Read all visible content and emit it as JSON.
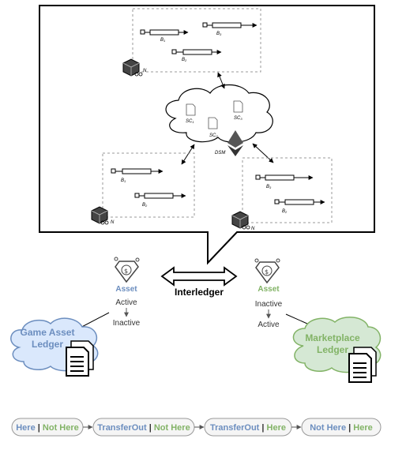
{
  "network": {
    "block_a": "B",
    "block_b": "B",
    "node_a": "N",
    "node_b": "N",
    "node_c": "N",
    "contract": "SC",
    "dsm": "DSM"
  },
  "left_asset": {
    "title": "Asset",
    "state_from": "Active",
    "state_to": "Inactive",
    "ledger_line1": "Game Asset",
    "ledger_line2": "Ledger"
  },
  "right_asset": {
    "title": "Asset",
    "state_from": "Inactive",
    "state_to": "Active",
    "ledger_line1": "Marketplace",
    "ledger_line2": "Ledger"
  },
  "interledger_label": "Interledger",
  "states": [
    {
      "left": "Here",
      "right": "Not Here"
    },
    {
      "left": "TransferOut",
      "right": "Not Here"
    },
    {
      "left": "TransferOut",
      "right": "Here"
    },
    {
      "left": "Not Here",
      "right": "Here"
    }
  ],
  "state_separator": "|",
  "colors": {
    "blue": "#6c8ebf",
    "blue_fill": "#dae8fc",
    "green": "#82b366",
    "green_fill": "#d5e8d4",
    "green_text": "#82b366",
    "blue_text": "#6c8ebf",
    "pill_fill": "#f5f5f5"
  },
  "icons": [
    "server-cube-icon",
    "document-icon",
    "ethereum-icon",
    "gem-icon",
    "ledger-document-icon"
  ]
}
